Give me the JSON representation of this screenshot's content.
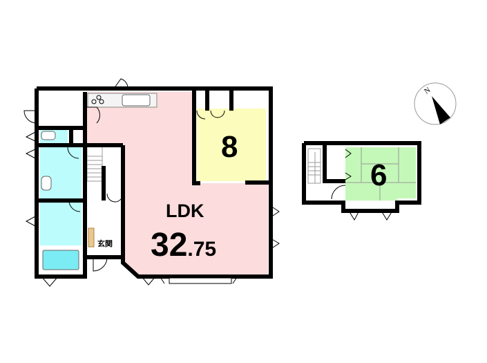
{
  "floor1": {
    "ldk": {
      "name": "LDK",
      "size_int": "32",
      "size_dec": ".75"
    },
    "room_western": {
      "size": "8"
    },
    "entrance": {
      "name": "玄関"
    }
  },
  "floor2": {
    "room_japanese": {
      "size": "6"
    }
  },
  "compass": {
    "label": "N"
  },
  "colors": {
    "ldk": "#fcdcdc",
    "western": "#fcfcbc",
    "water": "#bcfcfc",
    "japanese": "#c4f8b8",
    "tub": "#7cecf4"
  }
}
